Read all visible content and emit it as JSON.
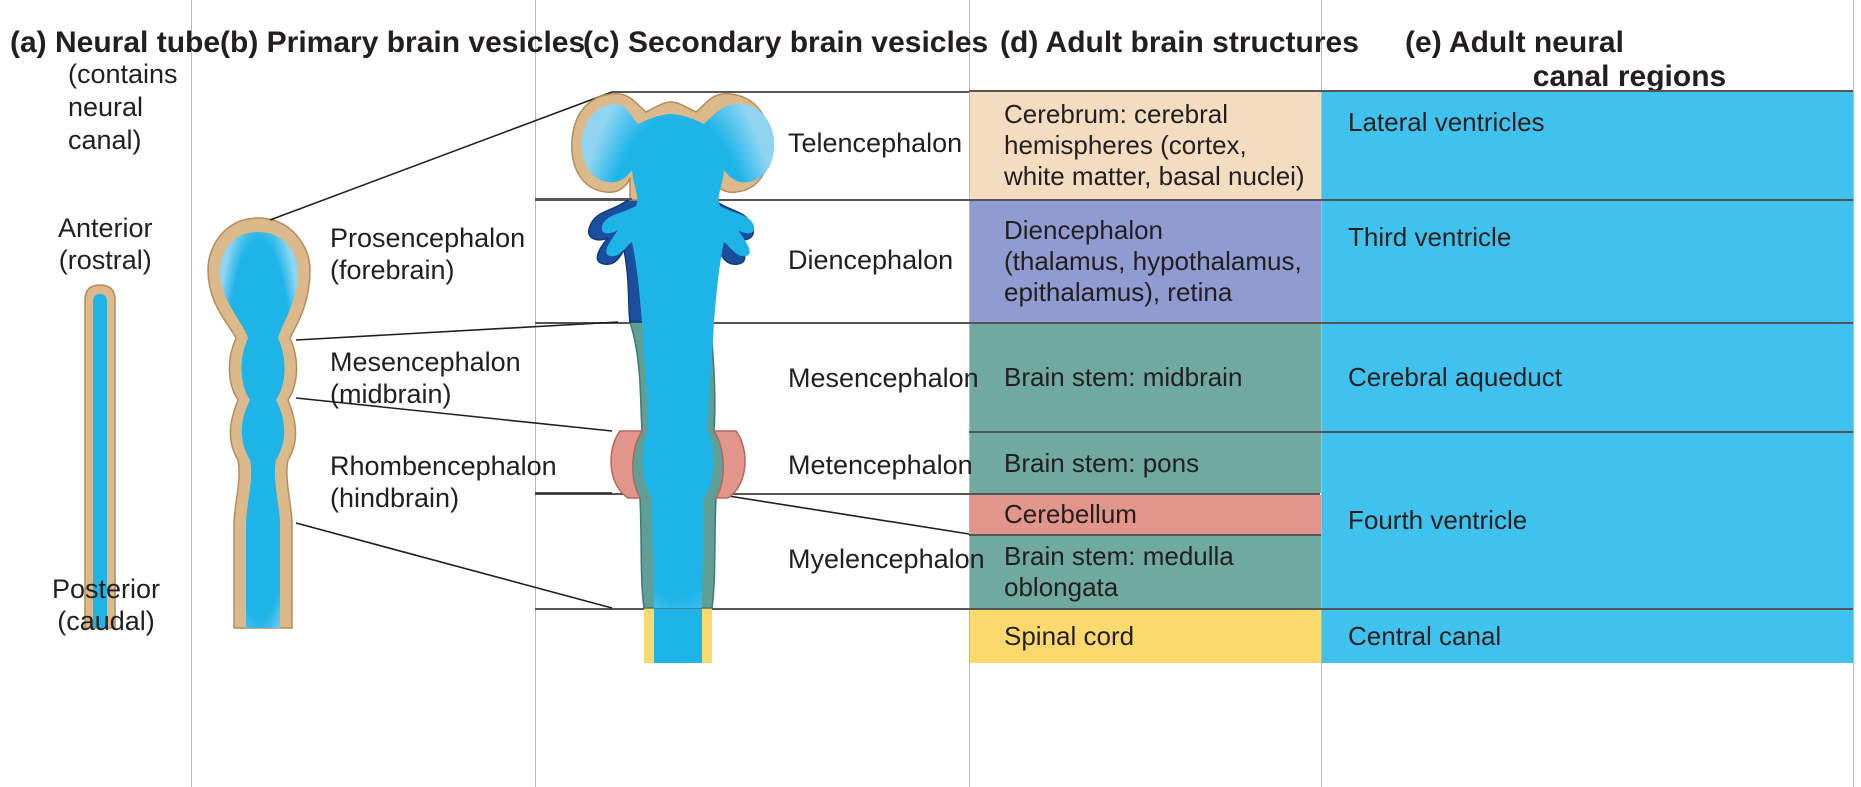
{
  "columns": {
    "a": {
      "title": "(a) Neural tube",
      "subtitle": [
        "(contains",
        "neural",
        "canal)"
      ],
      "anterior": [
        "Anterior",
        "(rostral)"
      ],
      "posterior": [
        "Posterior",
        "(caudal)"
      ]
    },
    "b": {
      "title": "(b) Primary brain vesicles",
      "labels": [
        [
          "Prosencephalon",
          "(forebrain)"
        ],
        [
          "Mesencephalon",
          "(midbrain)"
        ],
        [
          "Rhombencephalon",
          "(hindbrain)"
        ]
      ]
    },
    "c": {
      "title": "(c) Secondary brain vesicles",
      "labels": [
        "Telencephalon",
        "Diencephalon",
        "Mesencephalon",
        "Metencephalon",
        "Myelencephalon"
      ]
    },
    "d": {
      "title": "(d) Adult brain structures",
      "cells": [
        [
          "Cerebrum: cerebral",
          "hemispheres (cortex,",
          "white matter, basal nuclei)"
        ],
        [
          "Diencephalon",
          "(thalamus, hypothalamus,",
          "epithalamus), retina"
        ],
        [
          "Brain stem: midbrain"
        ],
        [
          "Brain stem: pons"
        ],
        [
          "Cerebellum"
        ],
        [
          "Brain stem: medulla",
          "oblongata"
        ],
        [
          "Spinal cord"
        ]
      ]
    },
    "e": {
      "title": [
        "(e) Adult neural",
        "canal regions"
      ],
      "cells": [
        "Lateral ventricles",
        "Third ventricle",
        "Cerebral aqueduct",
        "Fourth ventricle",
        "Central canal"
      ]
    }
  },
  "colors": {
    "canal_blue": "#1fb4e8",
    "wall_tan": "#dcb98a",
    "telencephalon_cell": "#f4dcc1",
    "diencephalon_cell": "#8f9bd1",
    "stem_cell": "#6fa9a0",
    "cerebellum_cell": "#e2958b",
    "spinal_cell": "#fbd96c",
    "ventricle_cell": "#3fc2ee"
  }
}
